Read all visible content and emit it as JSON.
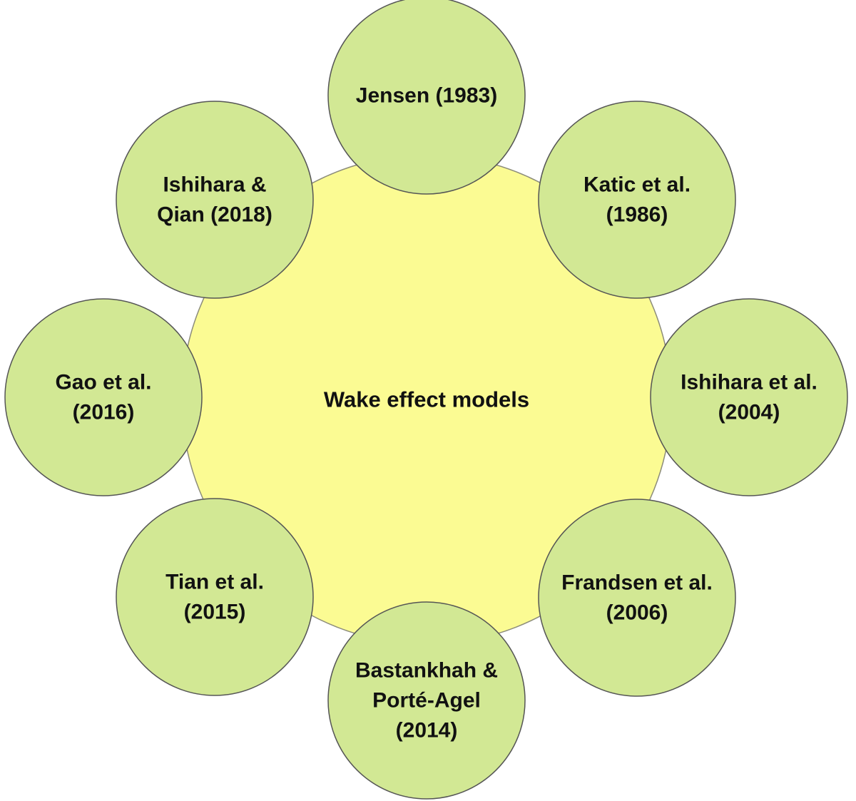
{
  "diagram": {
    "center": {
      "label": "Wake effect models",
      "color": "#fbfb93"
    },
    "node_color": "#d2e894",
    "nodes": [
      {
        "id": "jensen",
        "lines": [
          "Jensen (1983)"
        ]
      },
      {
        "id": "katic",
        "lines": [
          "Katic et al.",
          "(1986)"
        ]
      },
      {
        "id": "ishihara04",
        "lines": [
          "Ishihara et al.",
          "(2004)"
        ]
      },
      {
        "id": "frandsen",
        "lines": [
          "Frandsen et al.",
          "(2006)"
        ]
      },
      {
        "id": "bastankhah",
        "lines": [
          "Bastankhah &",
          "Porté-Agel",
          "(2014)"
        ]
      },
      {
        "id": "tian",
        "lines": [
          "Tian et al.",
          "(2015)"
        ]
      },
      {
        "id": "gao",
        "lines": [
          "Gao et al.",
          "(2016)"
        ]
      },
      {
        "id": "ishihara18",
        "lines": [
          "Ishihara &",
          "Qian (2018)"
        ]
      }
    ]
  }
}
